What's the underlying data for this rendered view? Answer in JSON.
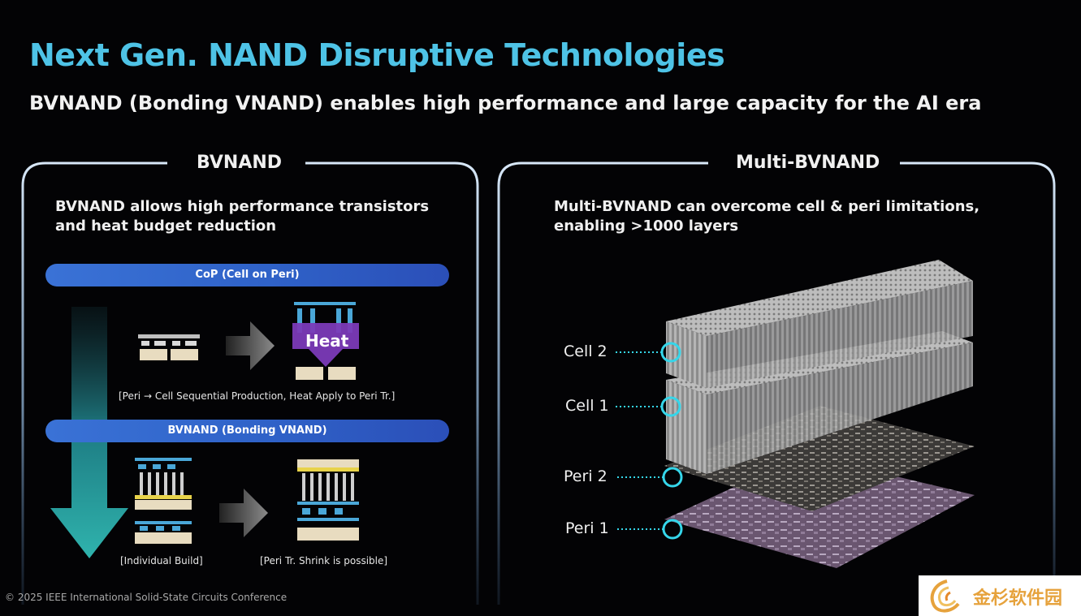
{
  "title": "Next Gen. NAND Disruptive Technologies",
  "subtitle": "BVNAND (Bonding VNAND) enables high performance and large capacity for the AI era",
  "left_panel": {
    "heading": "BVNAND",
    "description_line1": "BVNAND allows high performance transistors",
    "description_line2": "and heat budget reduction",
    "bar1_label": "CoP (Cell on Peri)",
    "heat_label": "Heat",
    "caption1": "[Peri → Cell Sequential Production, Heat Apply to Peri Tr.]",
    "bar2_label": "BVNAND (Bonding VNAND)",
    "caption2": "[Individual Build]",
    "caption3": "[Peri Tr. Shrink is possible]"
  },
  "right_panel": {
    "heading": "Multi-BVNAND",
    "description_line1": "Multi-BVNAND can overcome cell & peri limitations,",
    "description_line2": "enabling >1000 layers",
    "layers": [
      "Cell 2",
      "Cell 1",
      "Peri 2",
      "Peri 1"
    ]
  },
  "footer": "© 2025 IEEE International Solid-State Circuits Conference",
  "watermark_text": "金杉软件园",
  "colors": {
    "title": "#4ec3e6",
    "panel_border": "#cfe2f6",
    "bar": "#3a72d6",
    "callout": "#35d6ea",
    "heat": "#8a3fc8"
  }
}
